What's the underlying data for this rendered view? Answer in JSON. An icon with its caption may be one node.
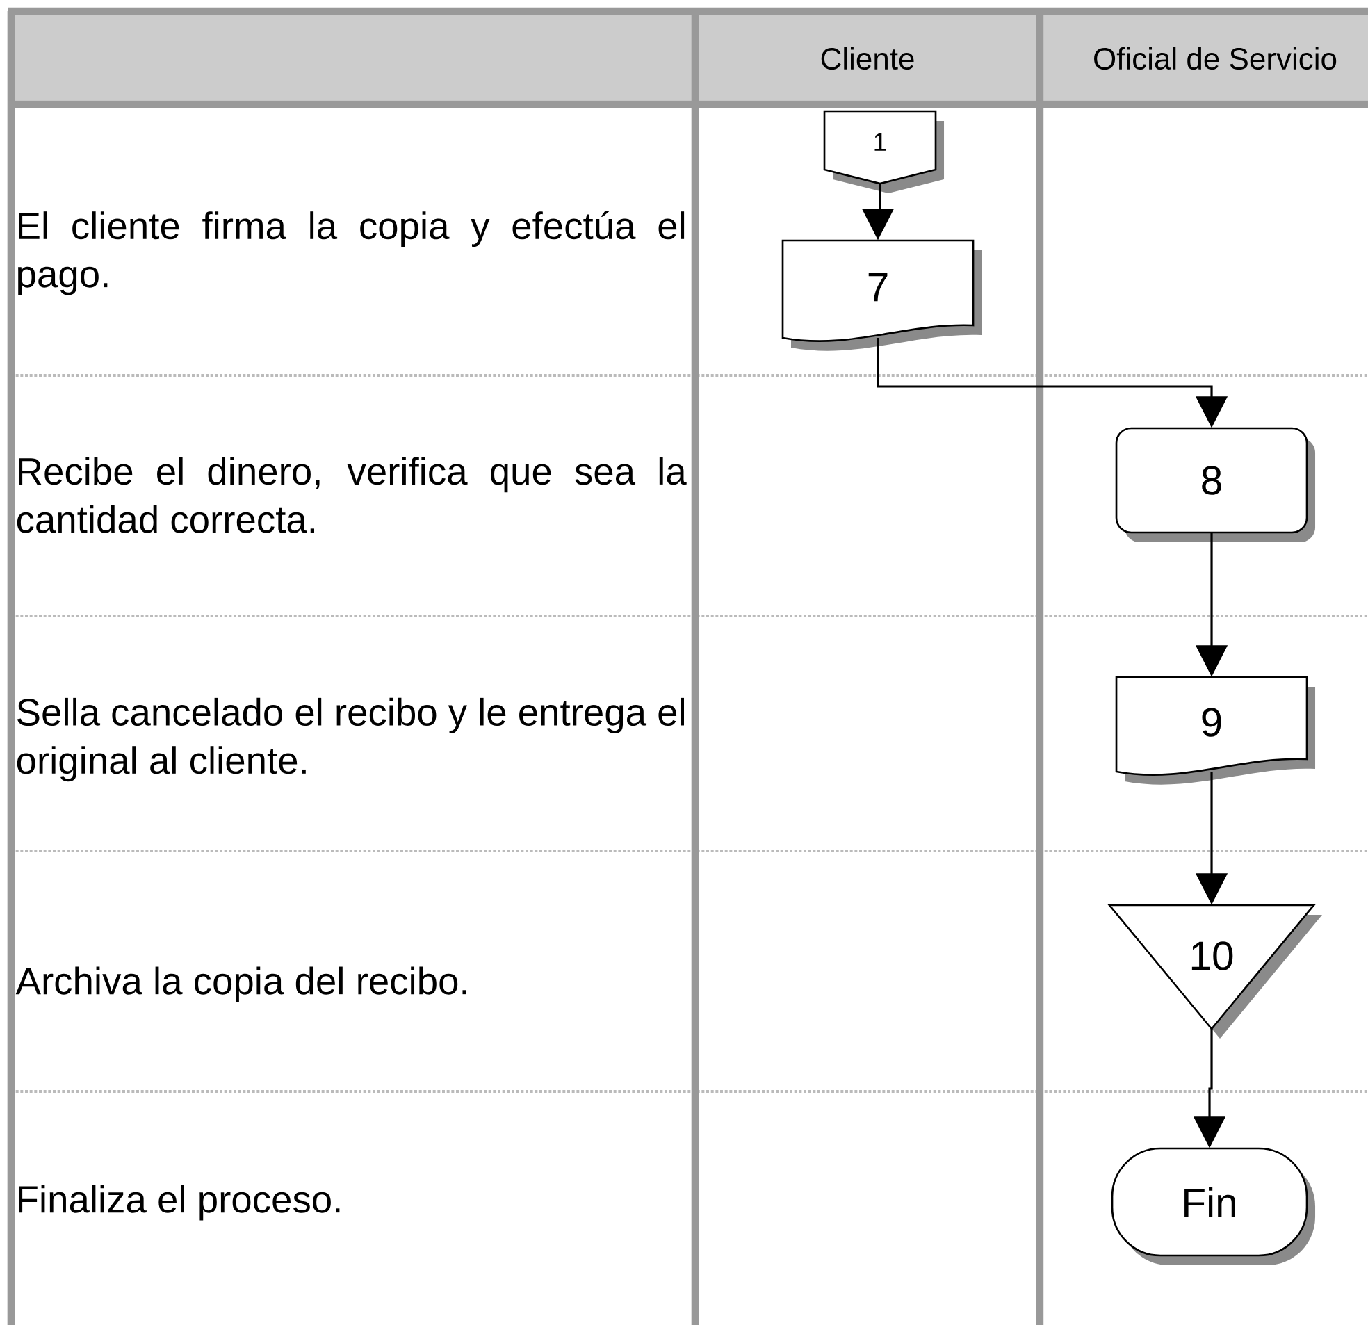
{
  "diagram": {
    "nodes": [
      {
        "text": [
          "1"
        ]
      },
      {
        "text": [
          "7"
        ]
      },
      {
        "text": [
          "8"
        ]
      },
      {
        "text": [
          "9"
        ]
      },
      {
        "text": [
          "10"
        ]
      },
      {
        "text": [
          "Fin"
        ]
      }
    ],
    "edges": [
      {
        "from": 0,
        "to": 1,
        "arrow": "to"
      },
      {
        "from": 1,
        "to": 2,
        "arrow": "to"
      },
      {
        "from": 2,
        "to": 3,
        "arrow": "to"
      },
      {
        "from": 3,
        "to": 4,
        "arrow": "to"
      },
      {
        "from": 4,
        "to": 5,
        "arrow": "to"
      }
    ],
    "labels": [
      "Cliente",
      "Oficial de Servicio",
      "El cliente firma la copia y efectúa el pago.",
      "Recibe el dinero, verifica que sea la cantidad correcta.",
      "Sella cancelado el recibo y le entrega el original al cliente.",
      "Archiva la copia del recibo.",
      "Finaliza el proceso."
    ]
  }
}
